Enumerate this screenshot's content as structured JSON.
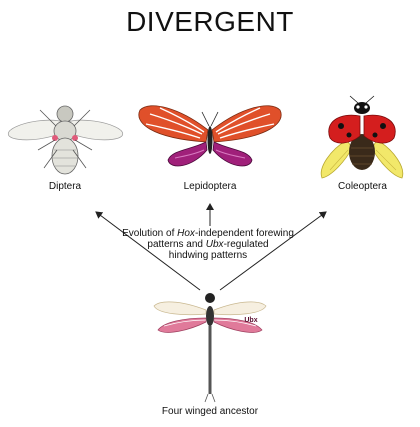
{
  "title": "DIVERGENT",
  "insects": {
    "diptera": "Diptera",
    "lepidoptera": "Lepidoptera",
    "coleoptera": "Coleoptera",
    "ancestor": "Four winged ancestor"
  },
  "ancestor_wing_label": "Ubx",
  "caption": {
    "part1": "Evolution of ",
    "hox": "Hox",
    "part2": "-independent forewing",
    "line2": "patterns and ",
    "ubx": "Ubx",
    "part3": "-regulated",
    "line3": "hindwing patterns"
  },
  "colors": {
    "butterfly_forewing": "#e0502a",
    "butterfly_hindwing": "#a0207a",
    "ladybird_red": "#d41e1e",
    "ladybird_wing": "#f2e86a",
    "ancestor_wing": "#e07a9a"
  }
}
